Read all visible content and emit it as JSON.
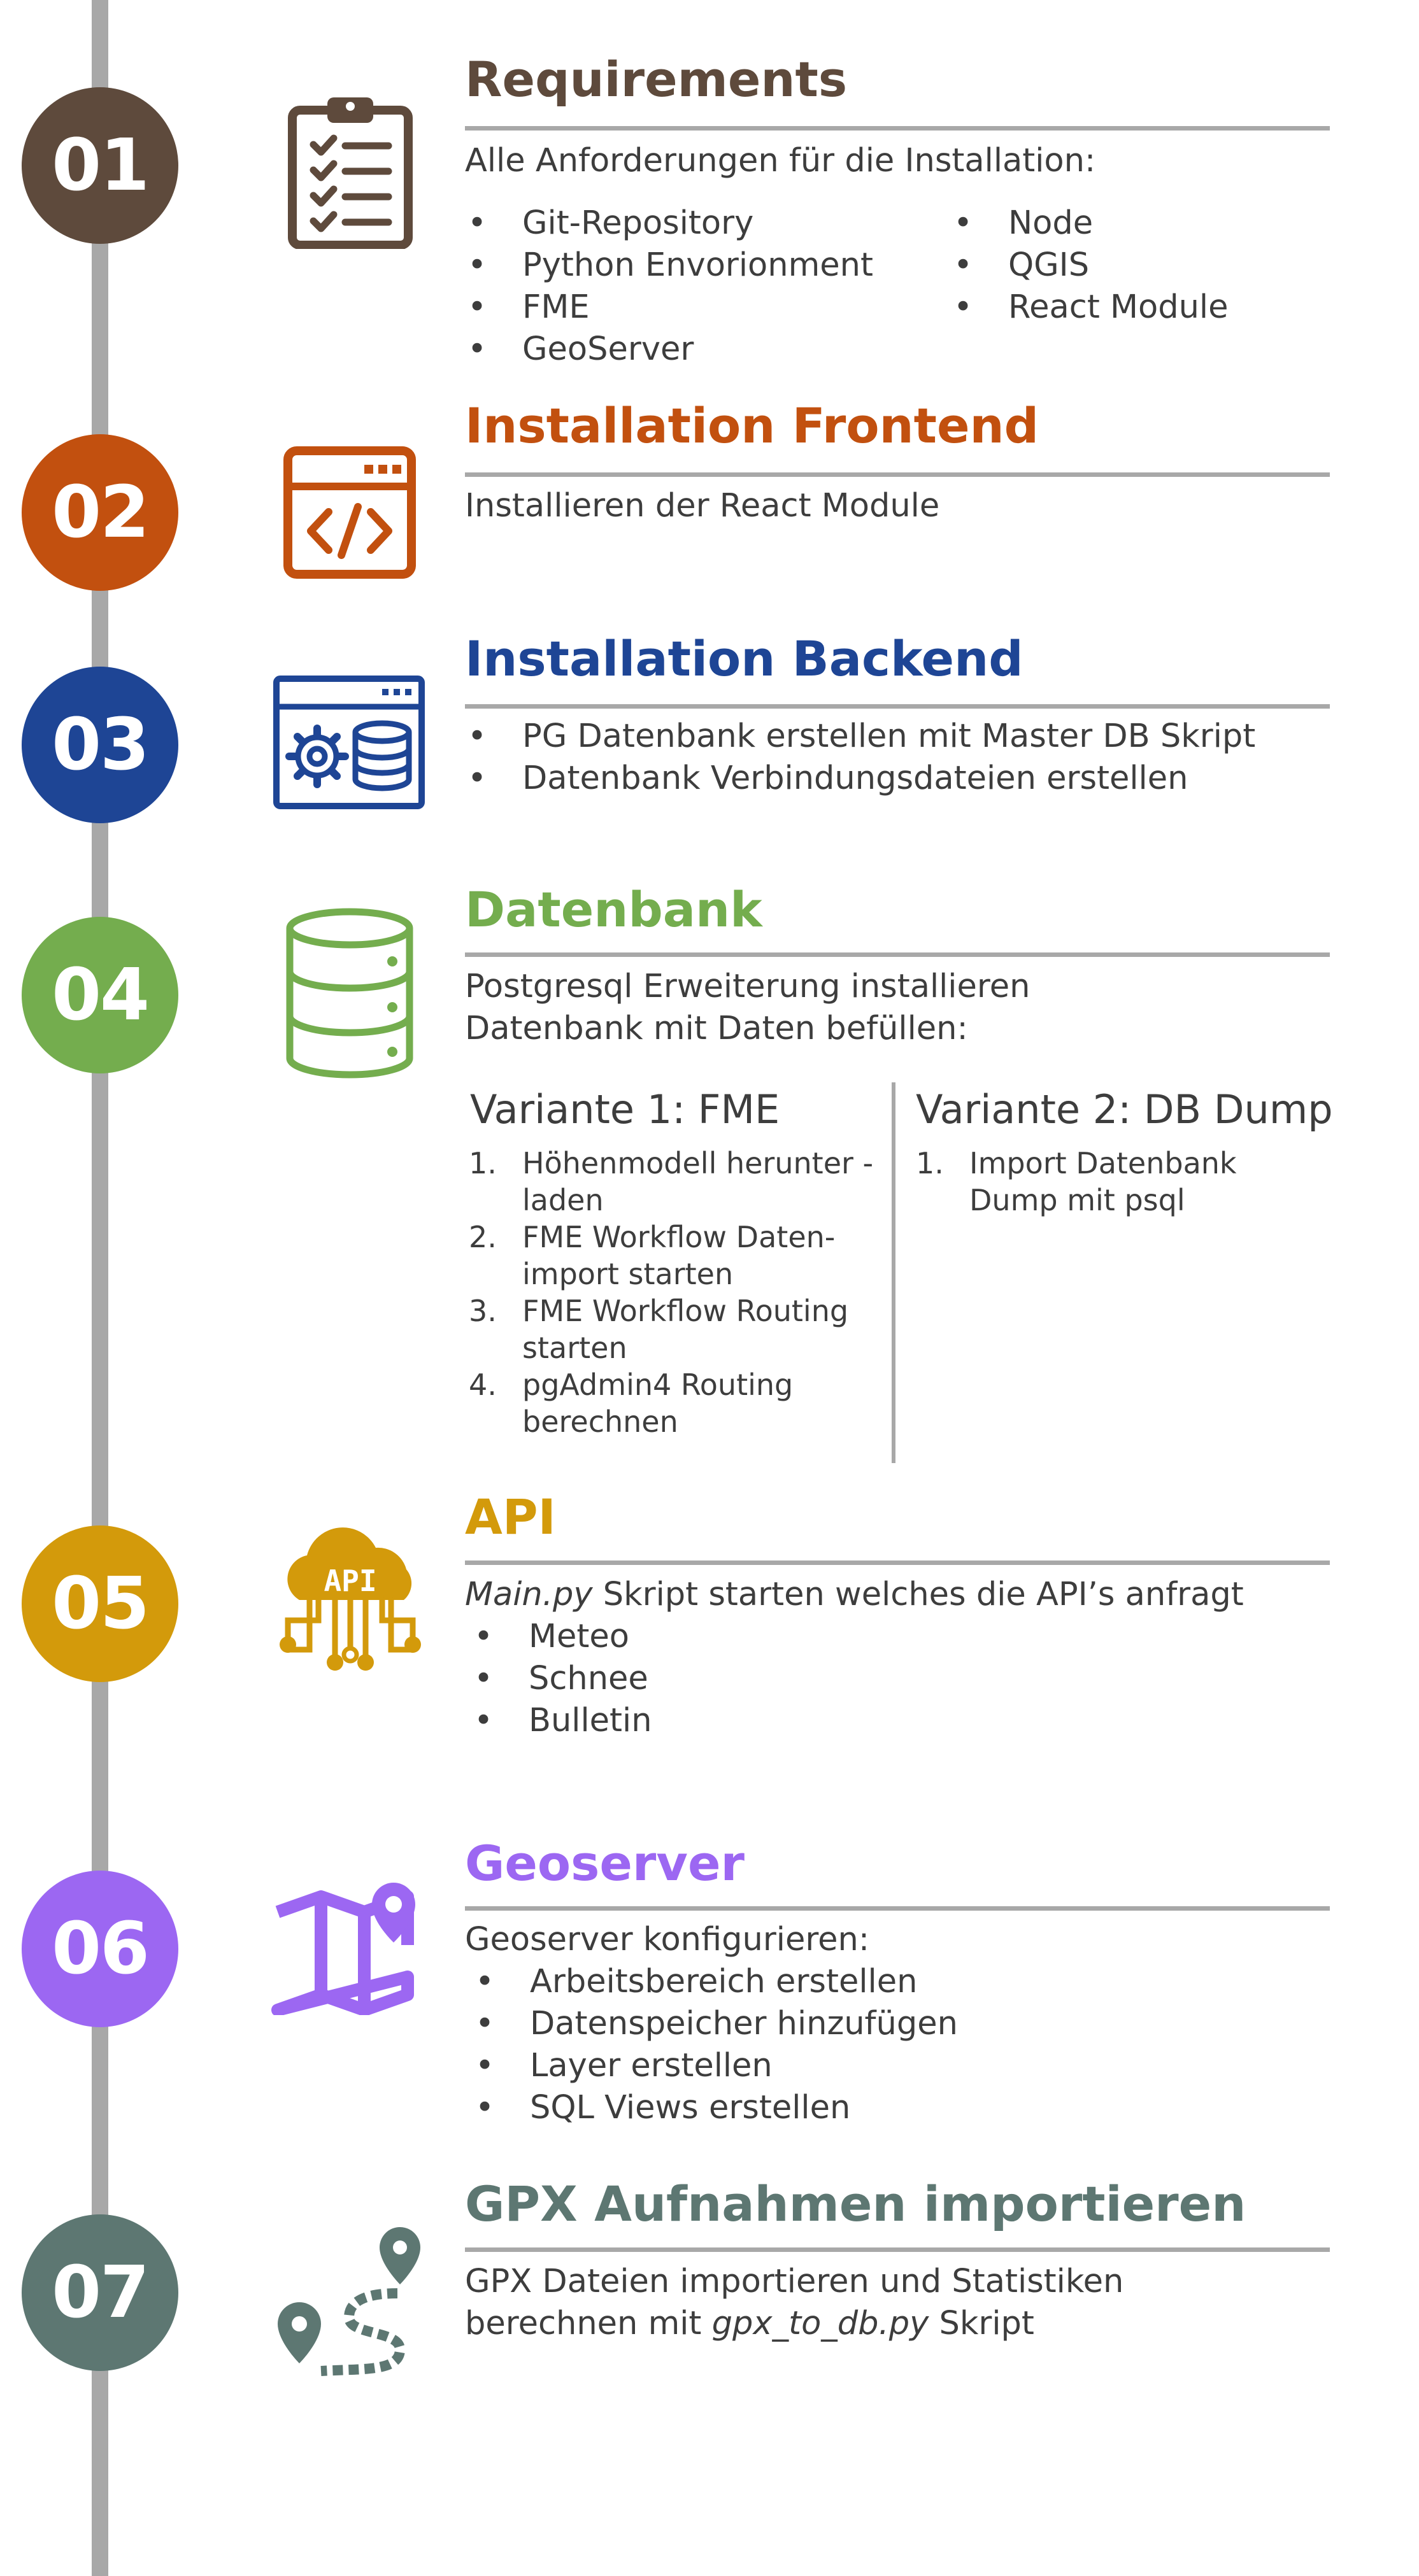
{
  "colors": {
    "timeline": "#a8a8a8",
    "step1": "#5e4a3c",
    "step2": "#c2500f",
    "step3": "#1e4595",
    "step4": "#74ad4e",
    "step5": "#d39a0b",
    "step6": "#9c67f2",
    "step7": "#5d7772",
    "text": "#3d3d3d"
  },
  "steps": [
    {
      "number": "01",
      "title": "Requirements",
      "icon": "clipboard-checklist-icon",
      "intro": "Alle Anforderungen für die Installation:",
      "items_left": [
        "Git-Repository",
        "Python Envorionment",
        "FME",
        "GeoServer"
      ],
      "items_right": [
        "Node",
        "QGIS",
        "React Module"
      ]
    },
    {
      "number": "02",
      "title": "Installation Frontend",
      "icon": "code-window-icon",
      "text": "Installieren der React Module"
    },
    {
      "number": "03",
      "title": "Installation Backend",
      "icon": "server-gear-database-icon",
      "items": [
        "PG Datenbank erstellen mit Master DB Skript",
        "Datenbank Verbindungsdateien erstellen"
      ]
    },
    {
      "number": "04",
      "title": "Datenbank",
      "icon": "database-icon",
      "lines": [
        "Postgresql Erweiterung installieren",
        "Datenbank mit Daten befüllen:"
      ],
      "variant1": {
        "title": "Variante 1: FME",
        "items": [
          {
            "num": "1.",
            "l1": "Höhenmodell herunter -",
            "l2": "laden"
          },
          {
            "num": "2.",
            "l1": "FME Workflow Daten-",
            "l2": "import starten"
          },
          {
            "num": "3.",
            "l1": "FME Workflow Routing",
            "l2": "starten"
          },
          {
            "num": "4.",
            "l1": "pgAdmin4 Routing",
            "l2": "berechnen"
          }
        ]
      },
      "variant2": {
        "title": "Variante 2: DB Dump",
        "items": [
          {
            "num": "1.",
            "l1": "Import Datenbank",
            "l2": "Dump mit psql"
          }
        ]
      }
    },
    {
      "number": "05",
      "title": "API",
      "icon": "cloud-api-icon",
      "icon_label": "API",
      "intro_em": "Main.py",
      "intro_rest": " Skript starten welches die API’s anfragt",
      "items": [
        "Meteo",
        "Schnee",
        "Bulletin"
      ]
    },
    {
      "number": "06",
      "title": "Geoserver",
      "icon": "map-pin-icon",
      "intro": "Geoserver konfigurieren:",
      "items": [
        "Arbeitsbereich erstellen",
        "Datenspeicher hinzufügen",
        "Layer erstellen",
        "SQL Views erstellen"
      ]
    },
    {
      "number": "07",
      "title": "GPX Aufnahmen importieren",
      "icon": "route-pins-icon",
      "line1": "GPX Dateien importieren und Statistiken",
      "line2_pre": "berechnen mit ",
      "line2_em": "gpx_to_db.py",
      "line2_post": " Skript"
    }
  ]
}
